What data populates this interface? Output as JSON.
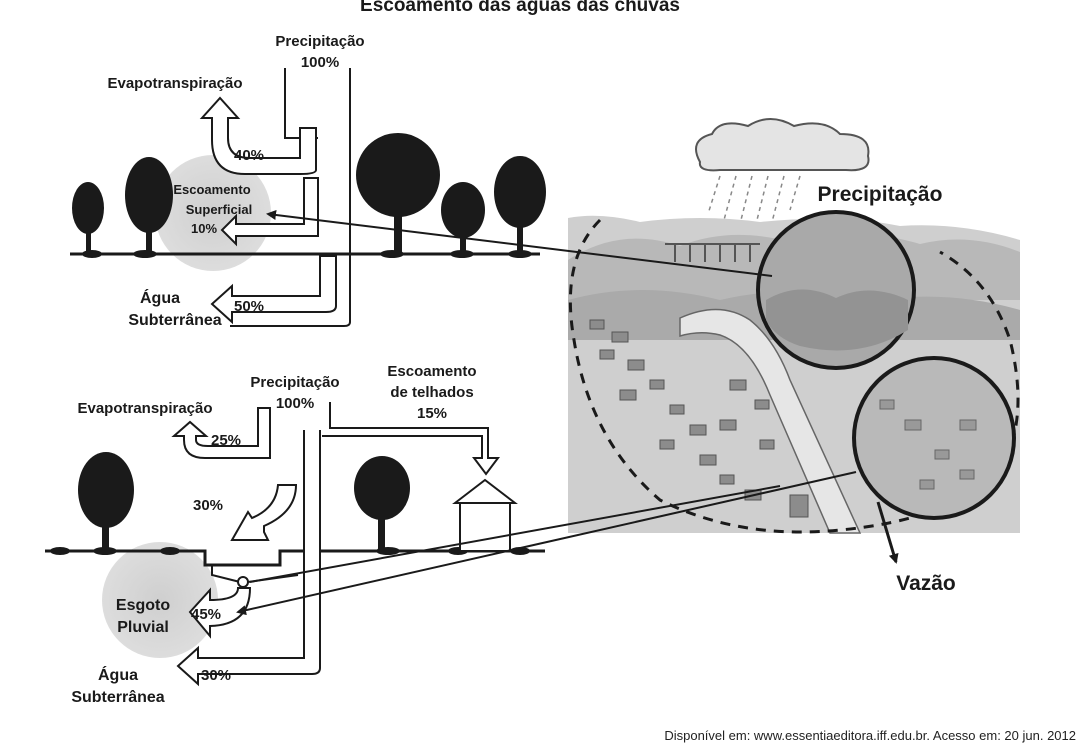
{
  "title": "Escoamento das águas das chuvas",
  "top_panel": {
    "precipitation_label": "Precipitação",
    "precipitation_value": "100%",
    "evapotranspiration_label": "Evapotranspiração",
    "evapotranspiration_value": "40%",
    "surface_runoff_label_line1": "Escoamento",
    "surface_runoff_label_line2": "Superficial",
    "surface_runoff_value": "10%",
    "groundwater_label_line1": "Água",
    "groundwater_label_line2": "Subterrânea",
    "groundwater_value": "50%"
  },
  "bottom_panel": {
    "evapotranspiration_label": "Evapotranspiração",
    "evapotranspiration_value": "25%",
    "precipitation_label": "Precipitação",
    "precipitation_value": "100%",
    "roof_runoff_label_line1": "Escoamento",
    "roof_runoff_label_line2": "de telhados",
    "roof_runoff_value": "15%",
    "infiltration_value": "30%",
    "storm_sewer_label_line1": "Esgoto",
    "storm_sewer_label_line2": "Pluvial",
    "storm_sewer_value": "45%",
    "groundwater_label_line1": "Água",
    "groundwater_label_line2": "Subterrânea",
    "groundwater_value": "30%"
  },
  "landscape": {
    "precipitation_label": "Precipitação",
    "discharge_label": "Vazão"
  },
  "source": "Disponível em: www.essentiaeditora.iff.edu.br. Acesso em: 20 jun. 2012",
  "colors": {
    "ink": "#1a1a1a",
    "highlight": "#d4d4d4",
    "landscape_bg": "#cfcfcf"
  }
}
